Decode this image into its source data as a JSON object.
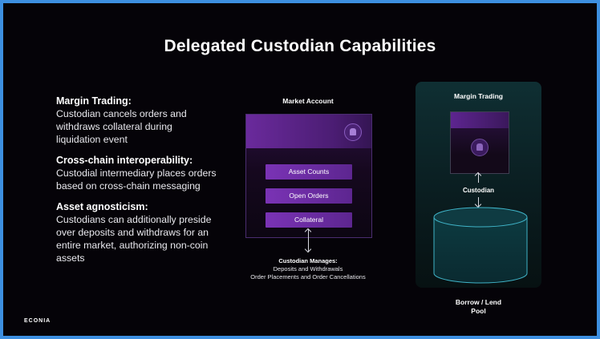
{
  "slide": {
    "title": "Delegated Custodian Capabilities",
    "logo": "ECONIA"
  },
  "capabilities": [
    {
      "heading": "Margin Trading:",
      "text": "Custodian cancels orders and withdraws collateral during liquidation event"
    },
    {
      "heading": "Cross-chain interoperability:",
      "text": "Custodial intermediary places orders based on cross-chain messaging"
    },
    {
      "heading": "Asset agnosticism:",
      "text": "Custodians can additionally preside over deposits and withdraws for an entire market, authorizing non-coin assets"
    }
  ],
  "market_account": {
    "label": "Market Account",
    "buttons": [
      "Asset Counts",
      "Open Orders",
      "Collateral"
    ],
    "manages_heading": "Custodian Manages:",
    "manages_lines": [
      "Deposits and Withdrawals",
      "Order Placements and Order Cancellations"
    ]
  },
  "margin_trading": {
    "label": "Margin Trading",
    "custodian_label": "Custodian",
    "pool_line1": "Borrow / Lend",
    "pool_line2": "Pool"
  },
  "colors": {
    "background": "#050308",
    "frame": "#3d8fe0",
    "accent_purple": "#7a33b5",
    "teal_panel": "#0f2f33",
    "cyan_outline": "#3fb3c7"
  }
}
